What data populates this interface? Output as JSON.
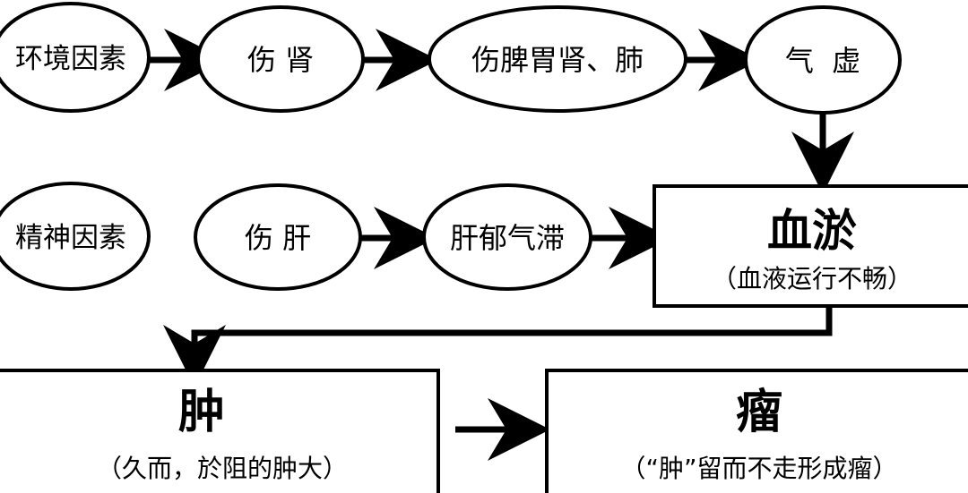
{
  "diagram": {
    "nodes": {
      "env_factors": "环境因素",
      "hurt_kidney": "伤 肾",
      "hurt_organs": "伤脾胃肾、肺",
      "qi_deficiency": "气  虚",
      "mental_factors": "精神因素",
      "hurt_liver": "伤 肝",
      "liver_qi_stagnation": "肝郁气滞",
      "blood_stasis_title": "血淤",
      "blood_stasis_sub": "（血液运行不畅）",
      "swelling_title": "肿",
      "swelling_sub": "（久而，於阻的肿大）",
      "tumor_title": "瘤",
      "tumor_sub": "（“肿”留而不走形成瘤）"
    }
  }
}
